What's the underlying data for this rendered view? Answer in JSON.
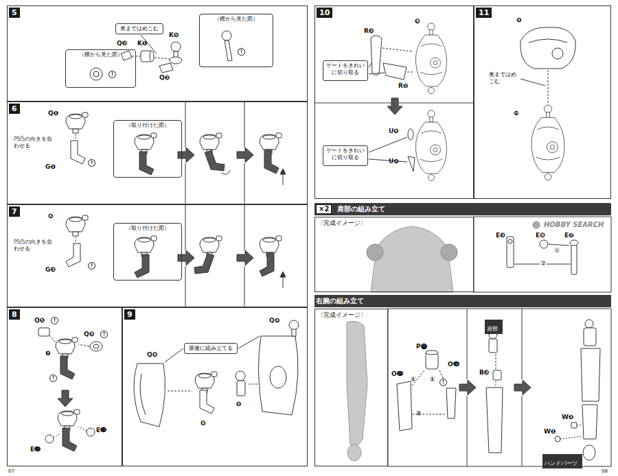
{
  "diagram": {
    "nodes": [
      {
        "text": [
          "5"
        ]
      },
      {
        "text": [
          "（横から見た図）"
        ],
        "in": 0
      },
      {
        "text": [
          "奥まではめこむ"
        ],
        "in": 0
      },
      {
        "text": [
          "（横から見た図）"
        ],
        "in": 0
      },
      {
        "text": [
          "6"
        ]
      },
      {
        "text": [
          "（取り付けた図）"
        ],
        "in": 4
      },
      {
        "text": [
          "7"
        ]
      },
      {
        "text": [
          "（取り付けた図）"
        ],
        "in": 6
      },
      {
        "text": [
          "8"
        ]
      },
      {
        "text": [
          "9"
        ]
      },
      {
        "text": [
          "最後に組み立てる"
        ],
        "in": 9
      },
      {
        "text": [
          "10"
        ]
      },
      {
        "text": [
          "ゲートをきれいに切り取る"
        ],
        "in": 11
      },
      {
        "text": [
          "ゲートをきれいに切り取る"
        ],
        "in": 11
      },
      {
        "text": [
          "11"
        ]
      },
      {
        "text": [
          "×2",
          "肩部の組み立て"
        ]
      },
      {
        "text": [
          "〈完成イメージ〉"
        ]
      },
      {
        "text": [
          "右腕の組み立て"
        ]
      },
      {
        "text": [
          "〈完成イメージ〉"
        ]
      },
      {
        "text": [
          "肩部"
        ]
      },
      {
        "text": [
          "ハンドパーツ"
        ]
      }
    ],
    "labels": [
      "Q❸",
      "K❶",
      "K❺",
      "Q❷",
      "!",
      "!",
      "Q❶",
      "凹凸の向きを合わせる",
      "G❶",
      "!",
      "❻",
      "凹凸の向きを合わせる",
      "G❸",
      "!",
      "Q❺",
      "!",
      "Q❾",
      "!",
      "❼",
      "!",
      "E⓭",
      "E⓭",
      "Q❽",
      "Q❹",
      "❽",
      "❺",
      "R❸",
      "❾",
      "R❷",
      "U❺",
      "U❹",
      "❹",
      "奥まではめこむ",
      "❿",
      "E❸",
      "E❽",
      "E❷",
      "①",
      "②",
      "P⓴",
      "O⓯",
      "①",
      "①",
      "!",
      "O⓮",
      "②",
      "B❸",
      "W❷",
      "W❶",
      "HOBBY SEARCH",
      "07",
      "08"
    ]
  }
}
